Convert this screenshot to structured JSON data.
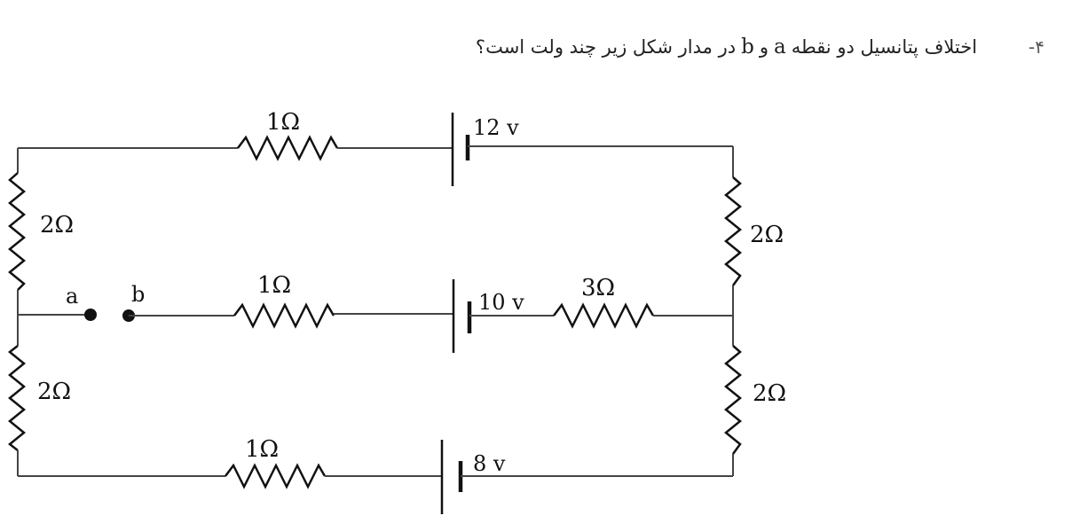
{
  "question": {
    "number": "۴-",
    "text_part1": "اختلاف پتانسیل دو نقطه",
    "var_a": "a",
    "conj": "و",
    "var_b": "b",
    "text_part2": "در مدار شکل زیر چند ولت است؟"
  },
  "circuit": {
    "top_resistor": "1Ω",
    "top_battery": "12 v",
    "left_upper_resistor": "2Ω",
    "left_lower_resistor": "2Ω",
    "right_upper_resistor": "2Ω",
    "right_lower_resistor": "2Ω",
    "middle_resistor_1": "1Ω",
    "middle_battery": "10 v",
    "middle_resistor_2": "3Ω",
    "bottom_resistor": "1Ω",
    "bottom_battery": "8 v",
    "point_a": "a",
    "point_b": "b"
  }
}
